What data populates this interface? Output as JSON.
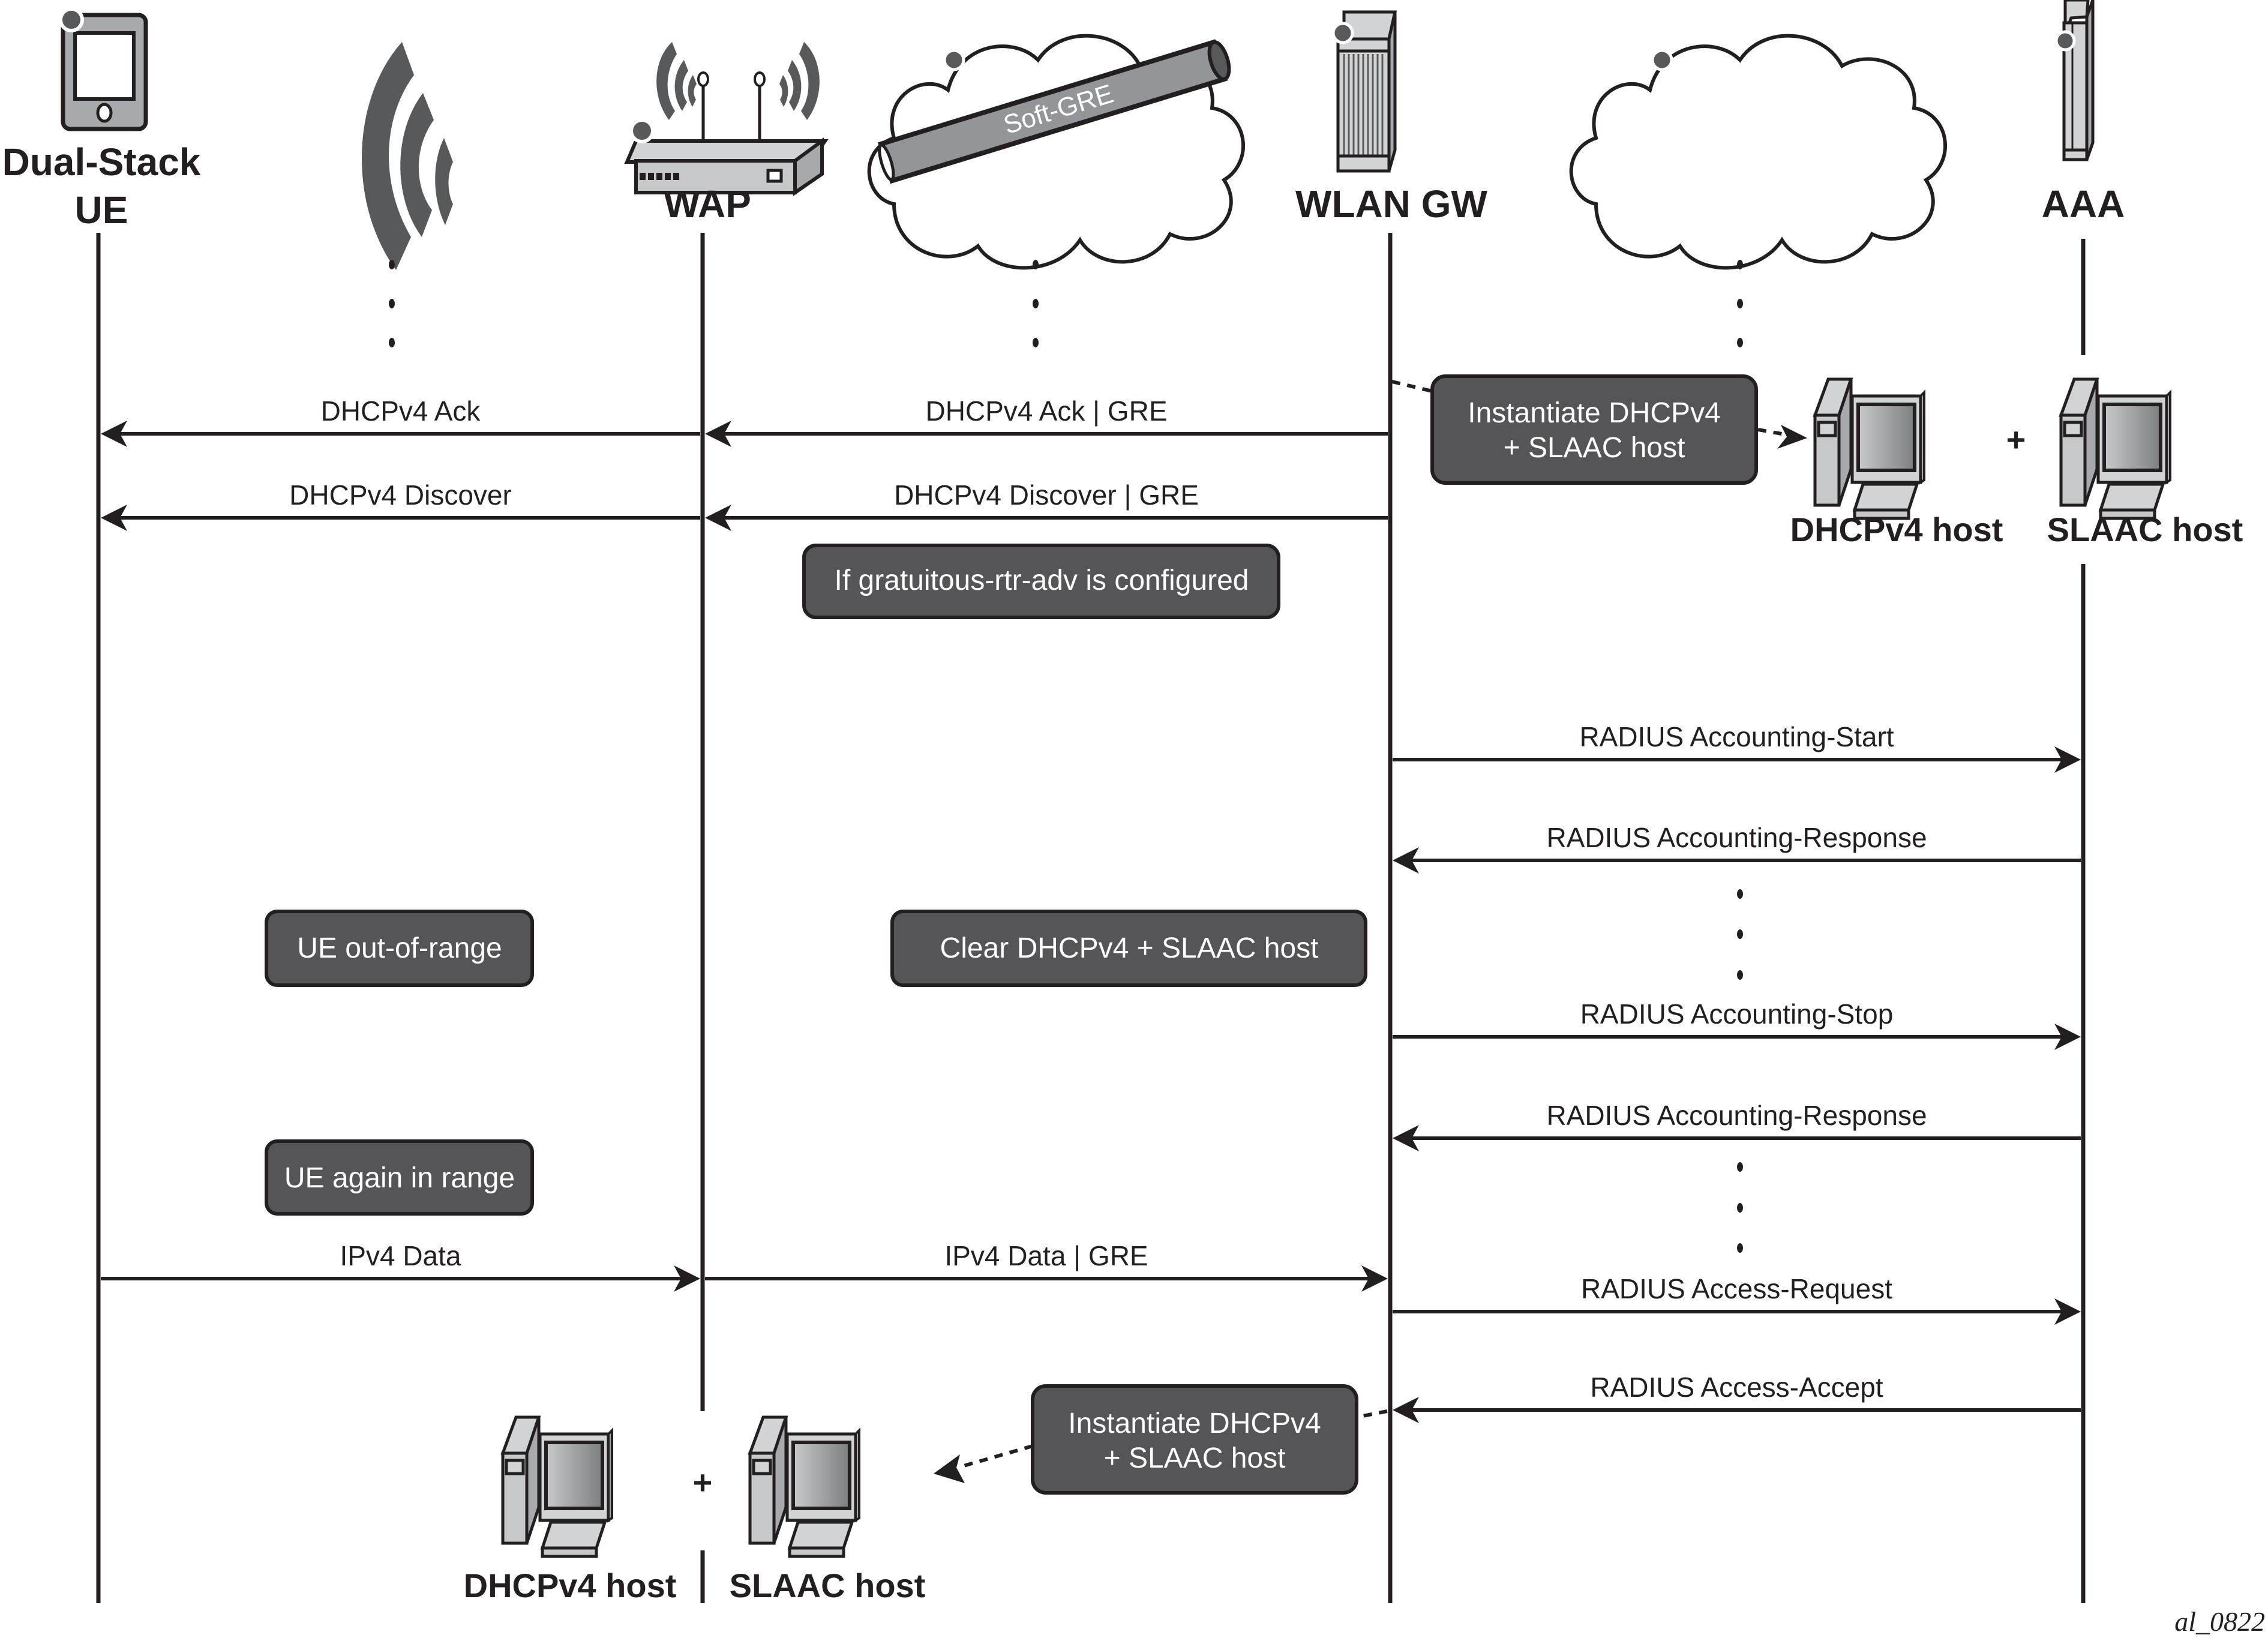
{
  "figure_id": "al_0822",
  "entities": [
    {
      "id": "ue",
      "label_lines": [
        "Dual-Stack",
        "UE"
      ],
      "icon": "smartphone-icon"
    },
    {
      "id": "wifi",
      "label_lines": [],
      "icon": "wireless-signal-icon"
    },
    {
      "id": "wap",
      "label_lines": [
        "WAP"
      ],
      "icon": "wireless-access-point-icon"
    },
    {
      "id": "softgre",
      "label_lines": [],
      "icon": "cloud-icon",
      "tunnel_label": "Soft-GRE"
    },
    {
      "id": "wlangw",
      "label_lines": [
        "WLAN GW"
      ],
      "icon": "gateway-rack-icon"
    },
    {
      "id": "cloud2",
      "label_lines": [],
      "icon": "cloud-icon"
    },
    {
      "id": "aaa",
      "label_lines": [
        "AAA"
      ],
      "icon": "server-tower-icon"
    }
  ],
  "messages": [
    {
      "label": "DHCPv4 Ack",
      "from": "wap",
      "to": "ue"
    },
    {
      "label": "DHCPv4 Ack | GRE",
      "from": "wlangw",
      "to": "wap"
    },
    {
      "label": "DHCPv4 Discover",
      "from": "wap",
      "to": "ue"
    },
    {
      "label": "DHCPv4 Discover | GRE",
      "from": "wlangw",
      "to": "wap"
    },
    {
      "label": "RADIUS Accounting-Start",
      "from": "wlangw",
      "to": "aaa"
    },
    {
      "label": "RADIUS Accounting-Response",
      "from": "aaa",
      "to": "wlangw"
    },
    {
      "label": "RADIUS Accounting-Stop",
      "from": "wlangw",
      "to": "aaa"
    },
    {
      "label": "RADIUS Accounting-Response",
      "from": "aaa",
      "to": "wlangw"
    },
    {
      "label": "IPv4 Data",
      "from": "ue",
      "to": "wap"
    },
    {
      "label": "IPv4 Data | GRE",
      "from": "wap",
      "to": "wlangw"
    },
    {
      "label": "RADIUS Access-Request",
      "from": "wlangw",
      "to": "aaa"
    },
    {
      "label": "RADIUS Access-Accept",
      "from": "aaa",
      "to": "wlangw"
    }
  ],
  "notes": {
    "instantiate_top": [
      "Instantiate DHCPv4",
      "+ SLAAC host"
    ],
    "gratuitous": "If gratuitous-rtr-adv is configured",
    "ue_out_of_range": "UE out-of-range",
    "clear_hosts": "Clear DHCPv4 + SLAAC host",
    "ue_again_in_range": "UE again in range",
    "instantiate_bottom": [
      "Instantiate DHCPv4",
      "+ SLAAC host"
    ]
  },
  "hosts": {
    "top": {
      "left": "DHCPv4 host",
      "plus": "+",
      "right": "SLAAC host"
    },
    "bottom": {
      "left": "DHCPv4 host",
      "plus": "+",
      "right": "SLAAC host"
    }
  },
  "colors": {
    "ink": "#231f20",
    "note_fill": "#555557",
    "device_gray": "#d1d3d4",
    "device_dark": "#58595b"
  }
}
